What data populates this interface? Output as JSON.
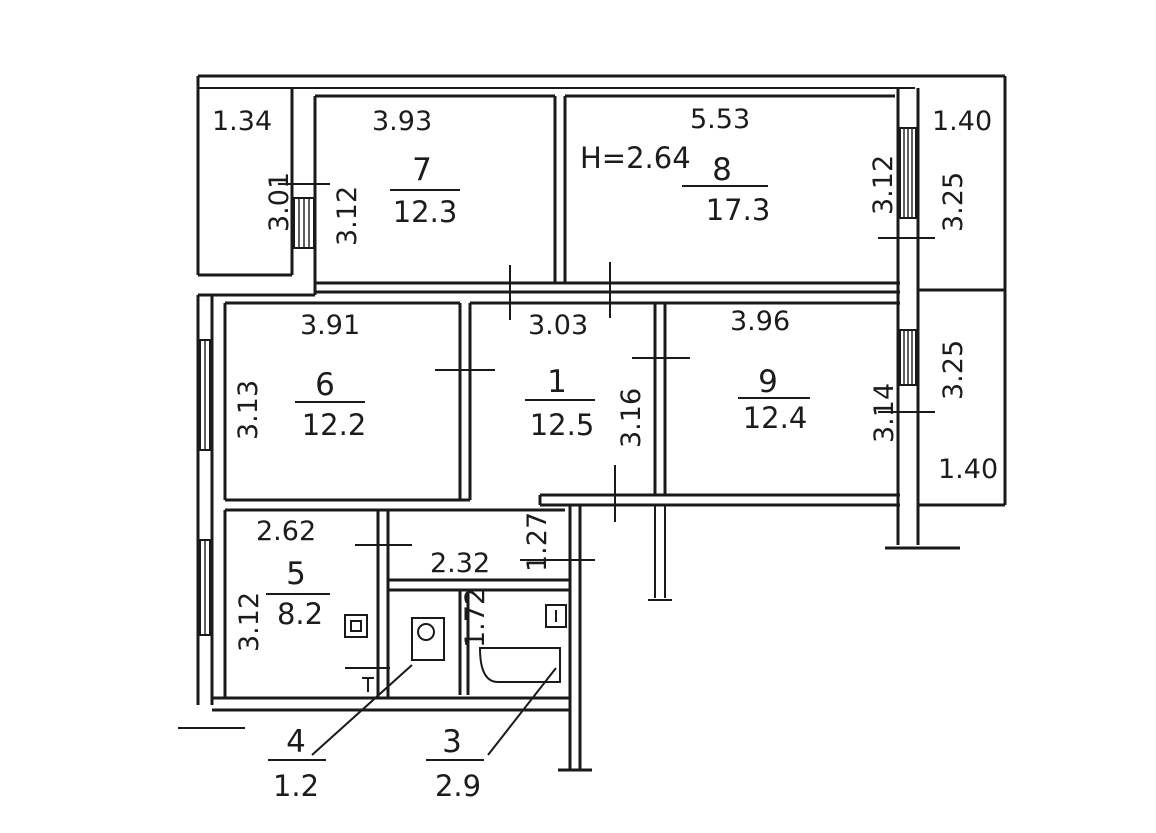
{
  "plan": {
    "ceiling_height": "H=2.64",
    "rooms": [
      {
        "id": "r7",
        "number": "7",
        "area": "12.3"
      },
      {
        "id": "r8",
        "number": "8",
        "area": "17.3"
      },
      {
        "id": "r6",
        "number": "6",
        "area": "12.2"
      },
      {
        "id": "r1",
        "number": "1",
        "area": "12.5"
      },
      {
        "id": "r9",
        "number": "9",
        "area": "12.4"
      },
      {
        "id": "r5",
        "number": "5",
        "area": "8.2"
      },
      {
        "id": "r4",
        "number": "4",
        "area": "1.2"
      },
      {
        "id": "r3",
        "number": "3",
        "area": "2.9"
      }
    ],
    "dimensions": {
      "balcony_left_width": "1.34",
      "balcony_left_length": "3.01",
      "r7_width": "3.93",
      "r7_length": "3.12",
      "r8_width": "5.53",
      "r8_length": "3.12",
      "balcony_right_top_width": "1.40",
      "balcony_right_top_length": "3.25",
      "r6_width": "3.91",
      "r6_length": "3.13",
      "r1_width": "3.03",
      "r1_length": "3.16",
      "r9_width": "3.96",
      "r9_length": "3.14",
      "balcony_right_bottom_length": "3.25",
      "balcony_right_bottom_width": "1.40",
      "r5_width": "2.62",
      "r5_length": "3.12",
      "corridor_width": "1.27",
      "bath_width": "2.32",
      "bath_length": "1.72"
    }
  }
}
